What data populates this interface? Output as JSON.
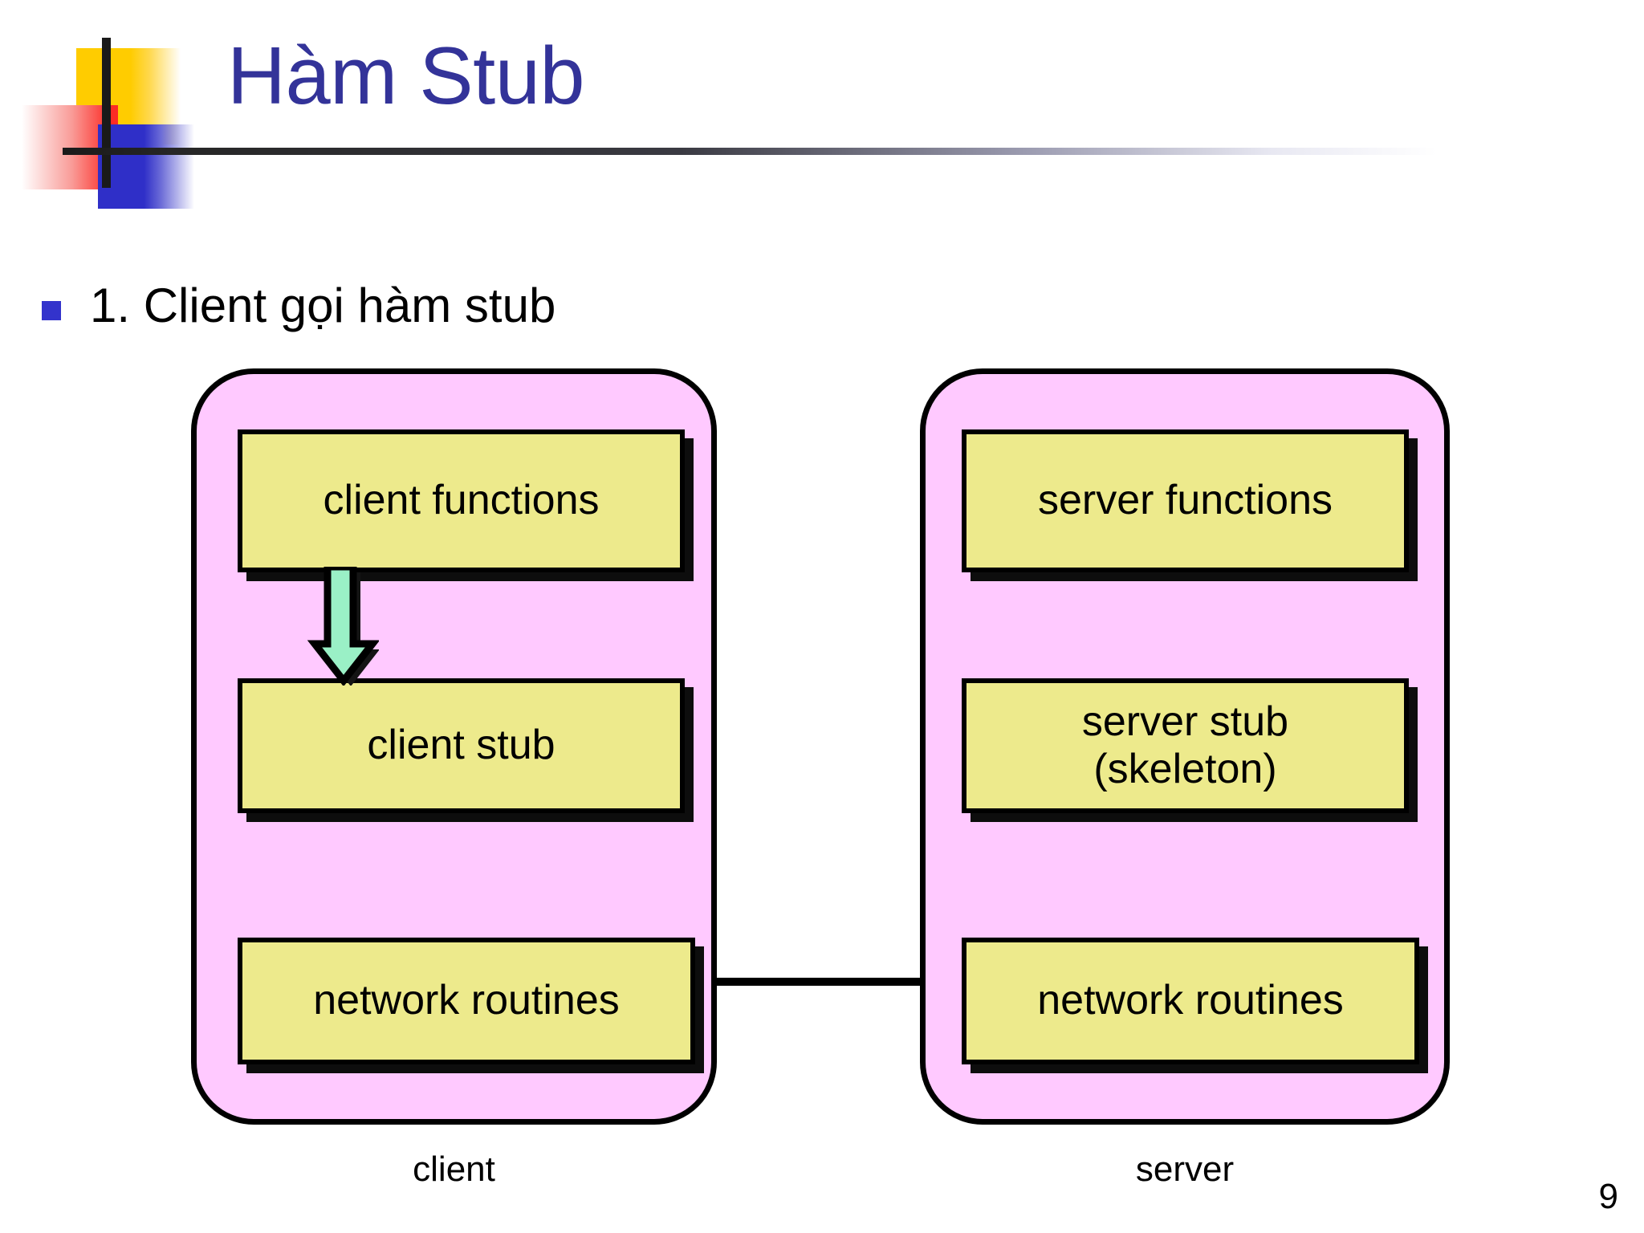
{
  "slide": {
    "title": "Hàm Stub",
    "page_number": "9",
    "title_color": "#333399",
    "bullet_color": "#3333CC"
  },
  "bullet": {
    "marker": "square-bullet",
    "text": "1. Client gọi hàm stub"
  },
  "diagram": {
    "colors": {
      "host_fill": "#FFC9FF",
      "box_fill": "#EDEA8C",
      "arrow_fill": "#9AF0C6",
      "outline": "#000000"
    },
    "client": {
      "caption": "client",
      "boxes": [
        {
          "label": "client functions"
        },
        {
          "label": "client stub"
        },
        {
          "label": "network routines"
        }
      ]
    },
    "server": {
      "caption": "server",
      "boxes": [
        {
          "label": "server functions"
        },
        {
          "label": "server stub\n(skeleton)",
          "line1": "server stub",
          "line2": "(skeleton)"
        },
        {
          "label": "network routines"
        }
      ]
    },
    "arrow": {
      "name": "down-arrow",
      "from": "client functions",
      "to": "client stub"
    },
    "connector": {
      "name": "network-link",
      "from": "client network routines",
      "to": "server network routines"
    }
  }
}
